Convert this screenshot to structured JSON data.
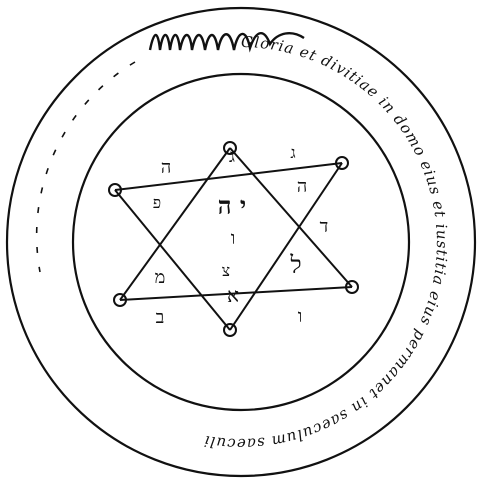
{
  "seal": {
    "band_text": "Gloria et divitiae in domo eius et iustitia eius permanet in saeculum saeculi",
    "letters": {
      "center_yod_he": "י ה",
      "center_vav": "ו",
      "top_inner": "ג",
      "top_right_outer": "ג",
      "upper_right_inner": "ה",
      "right_outer": "ד",
      "right_inner": "ל",
      "lower_right_outer": "ו",
      "bottom_inner": "א",
      "bottom_inner_2": "צ",
      "lower_left_inner": "מ",
      "lower_left_outer": "ב",
      "left_outer": "ה",
      "left_inner": "פ"
    }
  }
}
